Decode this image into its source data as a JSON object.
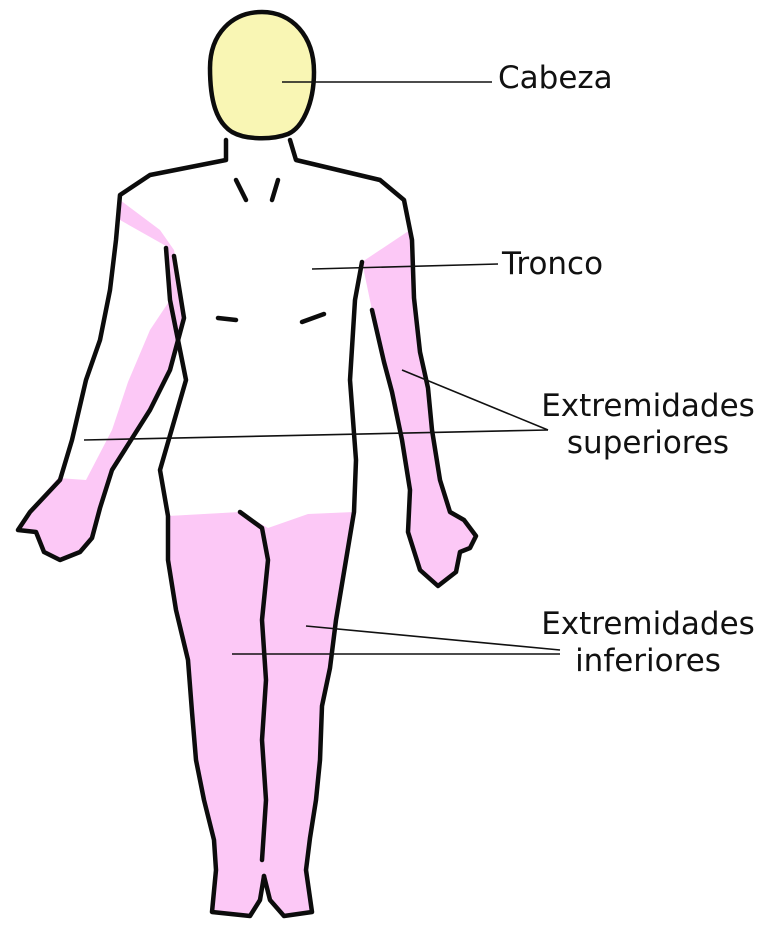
{
  "labels": {
    "head": "Cabeza",
    "trunk": "Tronco",
    "upper_line1": "Extremidades",
    "upper_line2": "superiores",
    "lower_line1": "Extremidades",
    "lower_line2": "inferiores"
  },
  "colors": {
    "head": "#f9f6b4",
    "limbs": "#fcc8f6",
    "trunk": "#ffffff",
    "outline": "#0c0c0c"
  }
}
